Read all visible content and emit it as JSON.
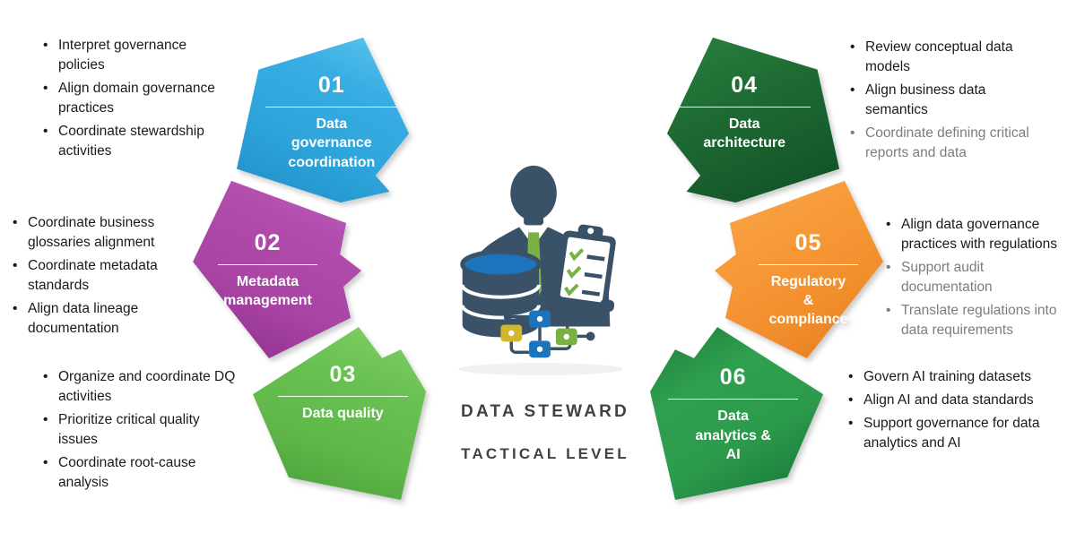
{
  "center": {
    "title": "DATA STEWARD",
    "subtitle": "TACTICAL LEVEL",
    "icon": "data-steward-person-with-database-and-checklist"
  },
  "palette": {
    "seg1": "#38ADE3",
    "seg1_dark": "#1C8EC5",
    "seg2": "#B14CAD",
    "seg2_dark": "#8C2D88",
    "seg3": "#6AC153",
    "seg3_dark": "#479C32",
    "seg4": "#1E6B33",
    "seg4_dark": "#0F4D24",
    "seg5": "#F89A39",
    "seg5_dark": "#E4771B",
    "seg6": "#2FA04F",
    "seg6_dark": "#137237",
    "bullet_text": "#1a1a1a",
    "bullet_text_muted": "#7d7d7d",
    "center_text": "#3E4347",
    "icon_slate": "#3A5268",
    "icon_blue": "#1C75BC",
    "icon_green": "#77B243",
    "icon_yellow": "#D2B62C"
  },
  "segments": [
    {
      "number": "01",
      "title": "Data governance coordination",
      "title_lines": [
        "Data",
        "governance",
        "coordination"
      ],
      "bullets": [
        {
          "text": "Interpret governance policies",
          "muted": false
        },
        {
          "text": "Align domain governance practices",
          "muted": false
        },
        {
          "text": "Coordinate stewardship activities",
          "muted": false
        }
      ]
    },
    {
      "number": "02",
      "title": "Metadata management",
      "title_lines": [
        "Metadata",
        "management"
      ],
      "bullets": [
        {
          "text": "Coordinate business glossaries alignment",
          "muted": false
        },
        {
          "text": "Coordinate metadata standards",
          "muted": false
        },
        {
          "text": "Align data lineage documentation",
          "muted": false
        }
      ]
    },
    {
      "number": "03",
      "title": "Data quality",
      "title_lines": [
        "Data quality"
      ],
      "bullets": [
        {
          "text": "Organize and coordinate DQ activities",
          "muted": false
        },
        {
          "text": "Prioritize critical quality issues",
          "muted": false
        },
        {
          "text": "Coordinate root-cause analysis",
          "muted": false
        }
      ]
    },
    {
      "number": "04",
      "title": "Data architecture",
      "title_lines": [
        "Data",
        "architecture"
      ],
      "bullets": [
        {
          "text": "Review conceptual data models",
          "muted": false
        },
        {
          "text": "Align business data semantics",
          "muted": false
        },
        {
          "text": "Coordinate defining critical reports and data",
          "muted": true
        }
      ]
    },
    {
      "number": "05",
      "title": "Regulatory & compliance",
      "title_lines": [
        "Regulatory",
        "&",
        "compliance"
      ],
      "bullets": [
        {
          "text": "Align data governance practices with regulations",
          "muted": false
        },
        {
          "text": "Support audit documentation",
          "muted": true
        },
        {
          "text": "Translate regulations into data requirements",
          "muted": true
        }
      ]
    },
    {
      "number": "06",
      "title": "Data analytics & AI",
      "title_lines": [
        "Data",
        "analytics &",
        "AI"
      ],
      "bullets": [
        {
          "text": "Govern AI training datasets",
          "muted": false
        },
        {
          "text": "Align AI and data standards",
          "muted": false
        },
        {
          "text": "Support governance for data analytics and AI",
          "muted": false
        }
      ]
    }
  ]
}
